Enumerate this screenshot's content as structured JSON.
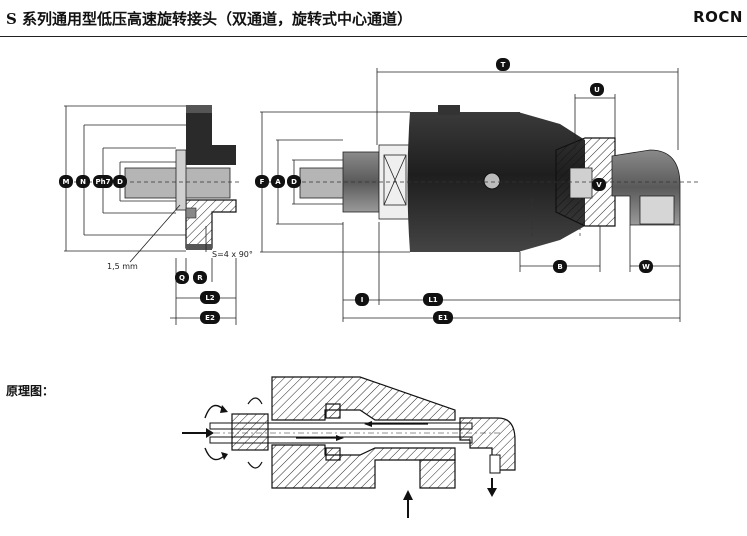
{
  "header": {
    "title": "S 系列通用型低压高速旋转接头（双通道，旋转式中心通道）",
    "brand": "ROCN"
  },
  "drawing": {
    "labels": {
      "M": "M",
      "N": "N",
      "Ph7": "Ph7",
      "D_left": "D",
      "Q": "Q",
      "R": "R",
      "L2": "L2",
      "E2": "E2",
      "F": "F",
      "A": "A",
      "D_right": "D",
      "T": "T",
      "U": "U",
      "V": "V",
      "B": "B",
      "W": "W",
      "I": "I",
      "L1": "L1",
      "E1": "E1"
    },
    "notes": {
      "thread": "S=4 x 90°",
      "gap": "1,5 mm"
    }
  },
  "schematic": {
    "label": "原理图："
  }
}
